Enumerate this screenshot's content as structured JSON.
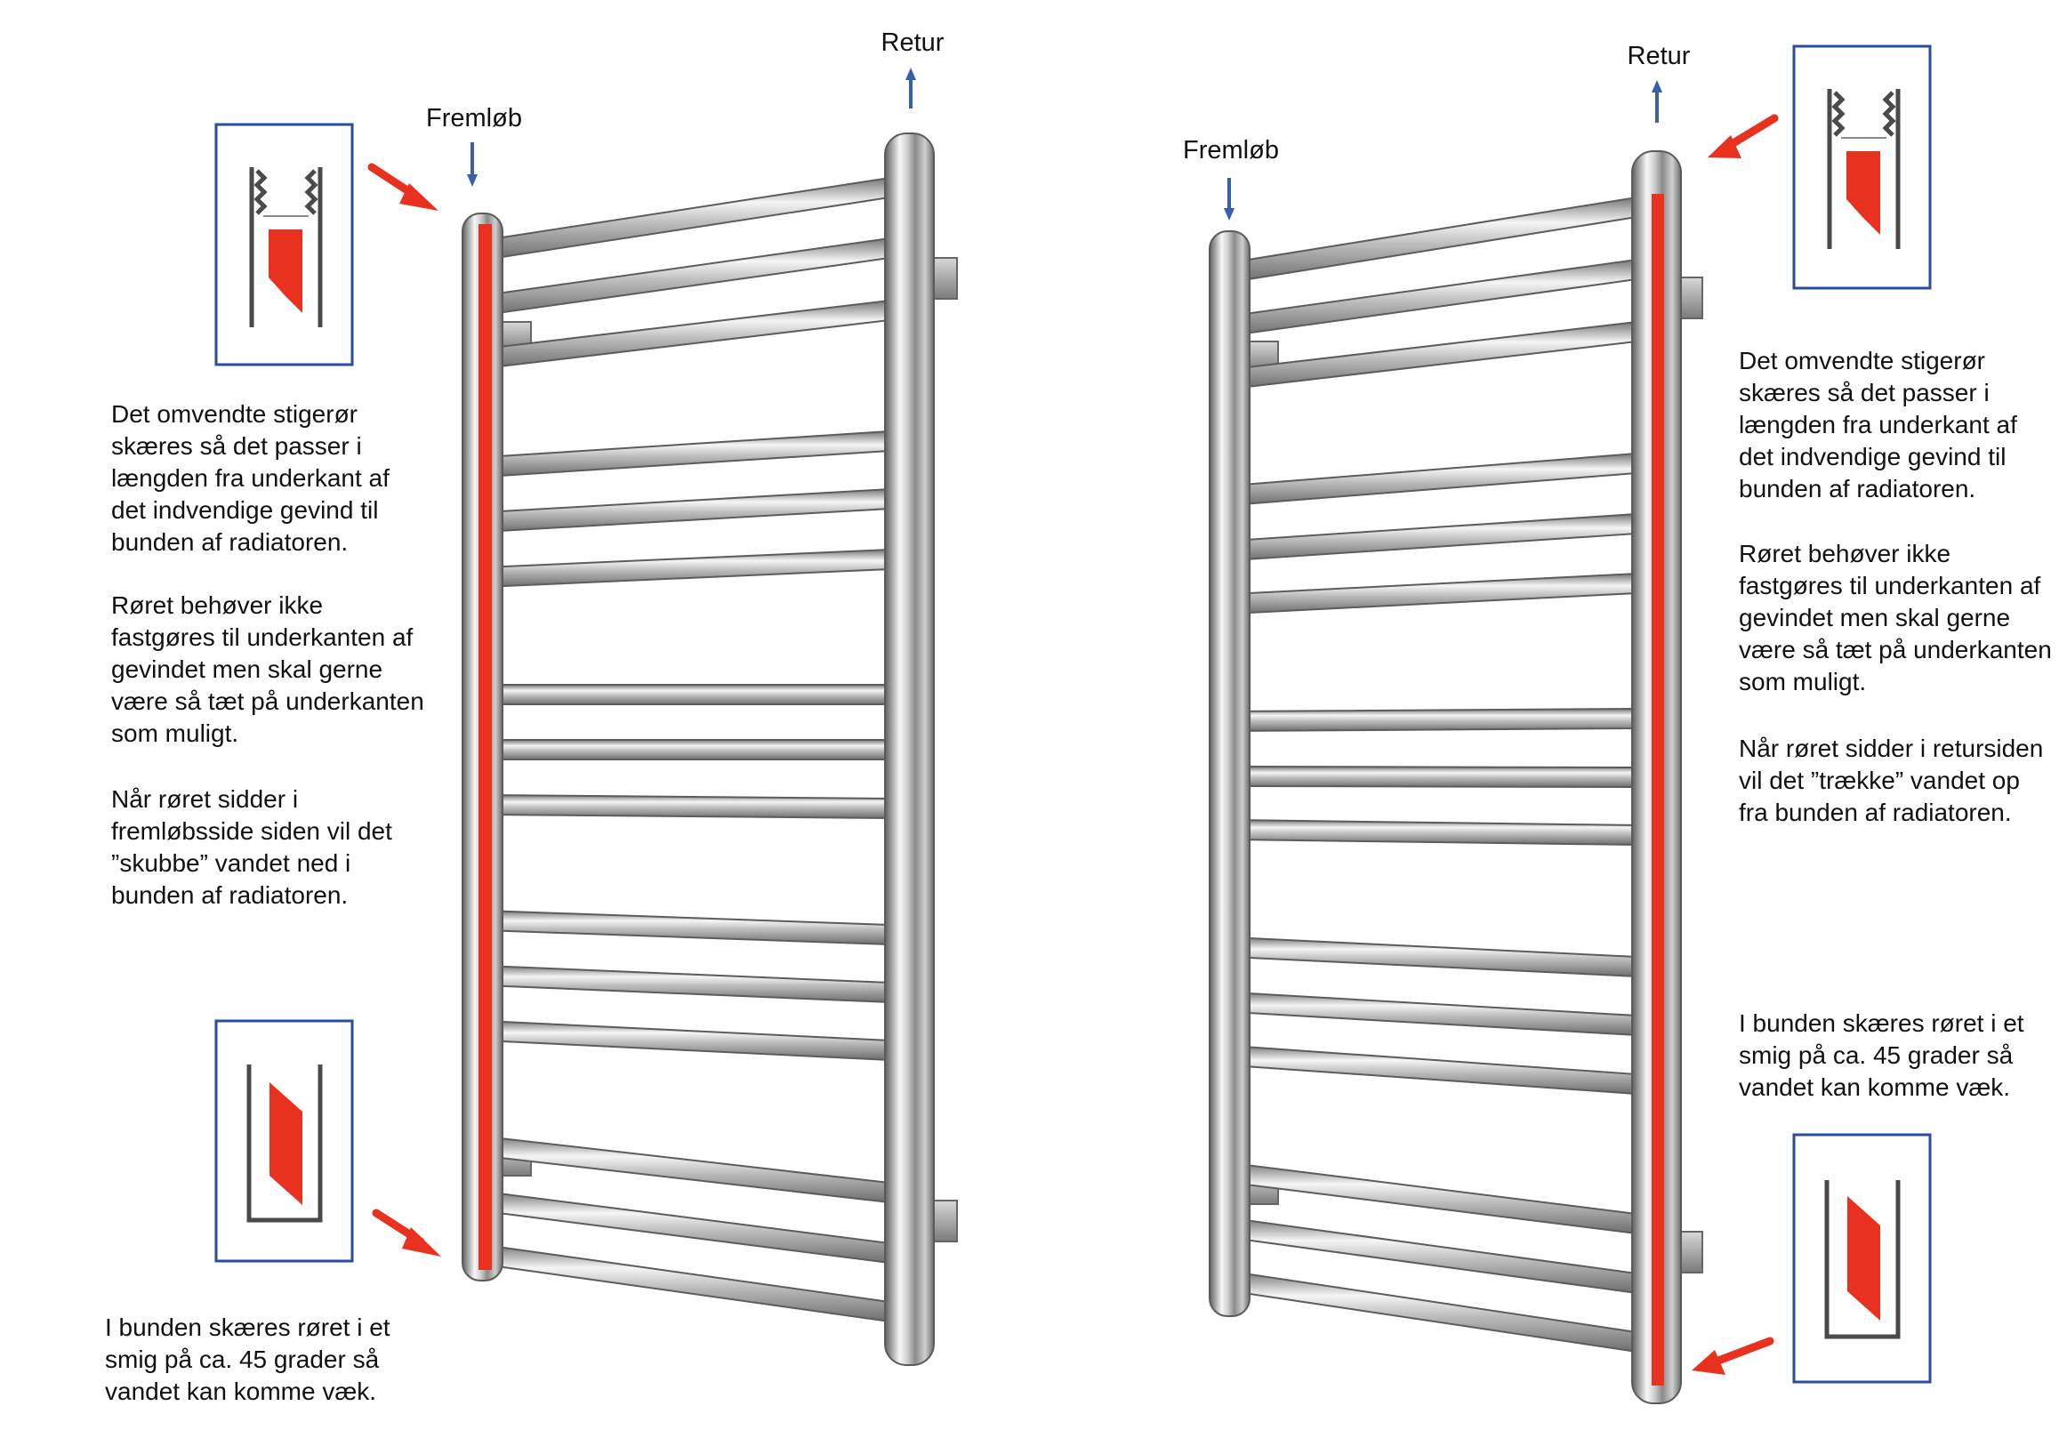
{
  "colors": {
    "riser": "#e8321f",
    "arrow": "#e8321f",
    "flow_arrow": "#3a5fa8",
    "box_border": "#2b4d9b",
    "chrome_dark": "#8c8c8c",
    "chrome_light": "#f4f4f4"
  },
  "left": {
    "label_supply": "Fremløb",
    "label_return": "Retur",
    "text_top": [
      "Det omvendte stigerør",
      "skæres så det passer i",
      "længden fra underkant af",
      "det indvendige gevind til",
      "bunden af radiatoren."
    ],
    "text_middle": [
      "Røret behøver ikke",
      "fastgøres til underkanten af",
      "gevindet men skal gerne",
      "være så tæt på underkanten",
      "som muligt."
    ],
    "text_lower": [
      "Når røret sidder i",
      "fremløbsside siden vil det",
      "”skubbe” vandet ned i",
      "bunden af radiatoren."
    ],
    "text_bottom": [
      "I bunden skæres røret i et",
      "smig på ca. 45 grader så",
      "vandet kan komme væk."
    ]
  },
  "right": {
    "label_supply": "Fremløb",
    "label_return": "Retur",
    "text_top": [
      "Det omvendte stigerør",
      "skæres så det passer i",
      "længden fra underkant af",
      "det indvendige gevind til",
      "bunden af radiatoren."
    ],
    "text_middle": [
      "Røret behøver ikke",
      "fastgøres til underkanten af",
      "gevindet men skal gerne",
      "være så tæt på underkanten",
      "som muligt."
    ],
    "text_lower": [
      "Når røret sidder i retursiden",
      "vil det ”trække” vandet op",
      "fra bunden af radiatoren."
    ],
    "text_bottom": [
      "I bunden skæres røret i et",
      "smig på ca. 45 grader så",
      "vandet kan komme væk."
    ]
  }
}
